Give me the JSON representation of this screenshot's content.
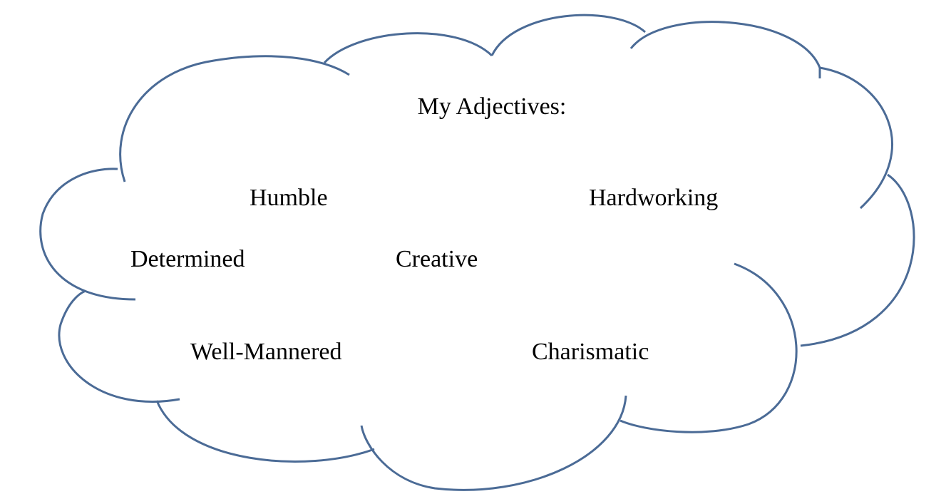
{
  "diagram": {
    "title": "My Adjectives:",
    "adjectives": [
      "Humble",
      "Hardworking",
      "Determined",
      "Creative",
      "Well-Mannered",
      "Charismatic"
    ],
    "outline_color": "#4b6b96"
  }
}
